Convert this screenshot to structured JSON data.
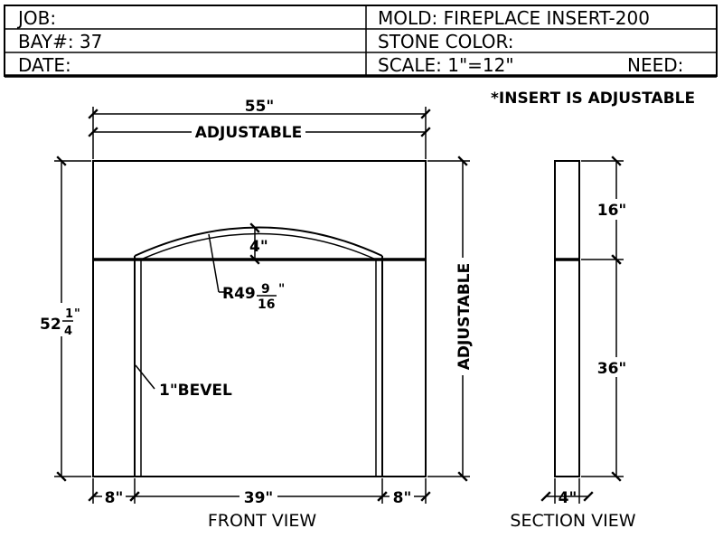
{
  "title_block": {
    "job": "JOB:",
    "mold": "MOLD: FIREPLACE INSERT-200",
    "bay": "BAY#: 37",
    "stone_color": "STONE COLOR:",
    "date": "DATE:",
    "scale": "SCALE: 1\"=12\"",
    "need": "NEED:"
  },
  "notes": {
    "insert_adjustable": "*INSERT IS ADJUSTABLE"
  },
  "front_view": {
    "label": "FRONT VIEW",
    "dim_width": "55\"",
    "dim_adjustable_top": "ADJUSTABLE",
    "dim_height_whole": "52",
    "dim_height_num": "1",
    "dim_height_den": "4",
    "dim_height_inch": "\"",
    "dim_adjustable_right": "ADJUSTABLE",
    "dim_arch_rise": "4\"",
    "dim_radius_whole": "R49",
    "dim_radius_num": "9",
    "dim_radius_den": "16",
    "dim_radius_inch": "\"",
    "bevel": "1\"BEVEL",
    "dim_left_leg": "8\"",
    "dim_opening": "39\"",
    "dim_right_leg": "8\""
  },
  "section_view": {
    "label": "SECTION VIEW",
    "dim_top": "16\"",
    "dim_bottom": "36\"",
    "dim_depth": "4\""
  }
}
